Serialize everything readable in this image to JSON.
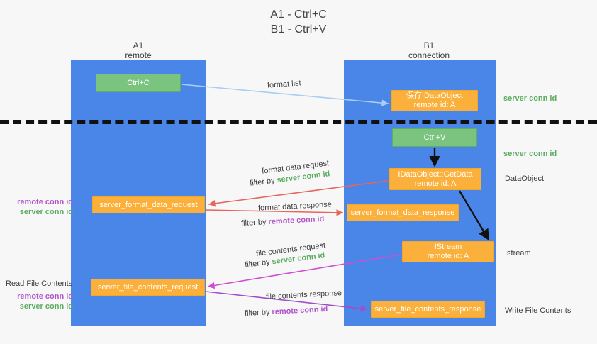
{
  "title": {
    "line1": "A1 - Ctrl+C",
    "line2": "B1 - Ctrl+V"
  },
  "lanes": [
    {
      "id": "a1",
      "name": "A1",
      "subtitle": "remote",
      "color": "#4a86e8"
    },
    {
      "id": "b1",
      "name": "B1",
      "subtitle": "connection",
      "color": "#4a86e8"
    }
  ],
  "nodes": {
    "ctrl_c": {
      "line1": "Ctrl+C",
      "line2": "",
      "color": "#7ac47f"
    },
    "save_idataobject": {
      "line1": "保存IDataObject",
      "line2": "remote id: A",
      "color": "#fbb03b"
    },
    "ctrl_v": {
      "line1": "Ctrl+V",
      "line2": "",
      "color": "#7ac47f"
    },
    "getdata": {
      "line1": "IDataObject::GetData",
      "line2": "remote id: A",
      "color": "#fbb03b"
    },
    "server_format_data_request": {
      "line1": "server_format_data_request",
      "line2": "",
      "color": "#fbb03b"
    },
    "server_format_data_response": {
      "line1": "server_format_data_response",
      "line2": "",
      "color": "#fbb03b"
    },
    "istream": {
      "line1": "IStream",
      "line2": "remote id: A",
      "color": "#fbb03b"
    },
    "server_file_contents_request": {
      "line1": "server_file_contents_request",
      "line2": "",
      "color": "#fbb03b"
    },
    "server_file_contents_response": {
      "line1": "server_file_contents_response",
      "line2": "",
      "color": "#fbb03b"
    }
  },
  "flow_labels": {
    "format_list": "format list",
    "format_data_request": "format data request",
    "format_data_request_filter_prefix": "filter by ",
    "format_data_request_filter_key": "server conn id",
    "format_data_response": "format data response",
    "format_data_response_filter_prefix": "filter by ",
    "format_data_response_filter_key": "remote conn id",
    "file_contents_request": "file contents request",
    "file_contents_request_filter_prefix": "filter by ",
    "file_contents_request_filter_key": "server conn id",
    "file_contents_response": "file contents response",
    "file_contents_response_filter_prefix": "filter by ",
    "file_contents_response_filter_key": "remote conn id"
  },
  "side_labels": {
    "left_remote_conn_id_1": "remote conn id",
    "left_server_conn_id_1": "server conn id",
    "read_file_contents": "Read File Contents",
    "left_remote_conn_id_2": "remote conn id",
    "left_server_conn_id_2": "server conn id",
    "right_server_conn_id_1": "server conn id",
    "right_server_conn_id_2": "server conn id",
    "right_dataobject": "DataObject",
    "right_istream": "Istream",
    "right_write_file_contents": "Write File Contents"
  },
  "colors": {
    "lane": "#4a86e8",
    "green_node": "#7ac47f",
    "orange_node": "#fbb03b",
    "server_conn_id": "#5aab5f",
    "remote_conn_id": "#b055c9",
    "arrow_blue": "#a8cdf0",
    "arrow_red": "#e8645c",
    "arrow_magenta": "#cc4fd0",
    "arrow_purple": "#a04fc9",
    "arrow_black": "#111111",
    "background": "#f7f7f7"
  }
}
